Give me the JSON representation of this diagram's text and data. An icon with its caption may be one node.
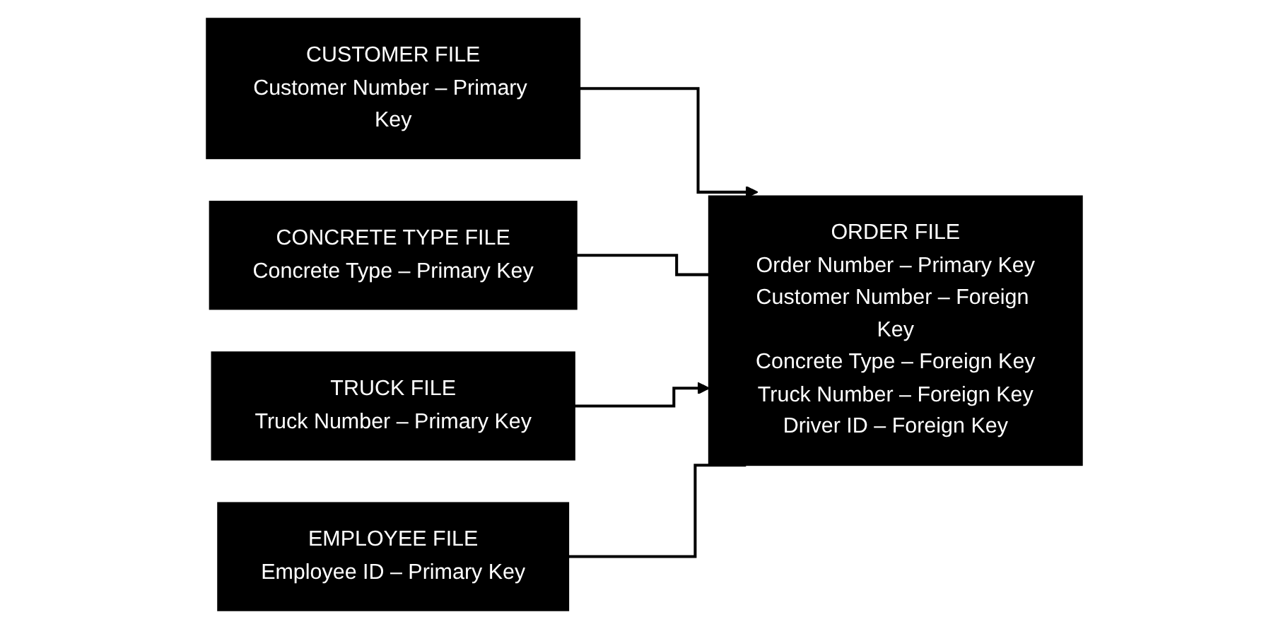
{
  "diagram": {
    "nodes": [
      {
        "text": [
          "CUSTOMER FILE",
          "Customer Number – Primary Key"
        ]
      },
      {
        "text": [
          "CONCRETE TYPE FILE",
          "Concrete Type – Primary Key"
        ]
      },
      {
        "text": [
          "ORDER FILE",
          "Order Number – Primary Key",
          "Customer Number – Foreign Key",
          "Concrete Type – Foreign Key",
          "Truck Number – Foreign Key",
          "Driver ID – Foreign Key"
        ]
      },
      {
        "text": [
          "TRUCK FILE",
          "Truck Number – Primary Key"
        ]
      },
      {
        "text": [
          "EMPLOYEE FILE",
          "Employee ID – Primary Key"
        ]
      }
    ],
    "edges": [
      {
        "from": 0,
        "to": 2,
        "arrow": "to"
      },
      {
        "from": 1,
        "to": 2,
        "arrow": "none"
      },
      {
        "from": 3,
        "to": 2,
        "arrow": "to"
      },
      {
        "from": 4,
        "to": 2,
        "arrow": "none"
      }
    ]
  }
}
